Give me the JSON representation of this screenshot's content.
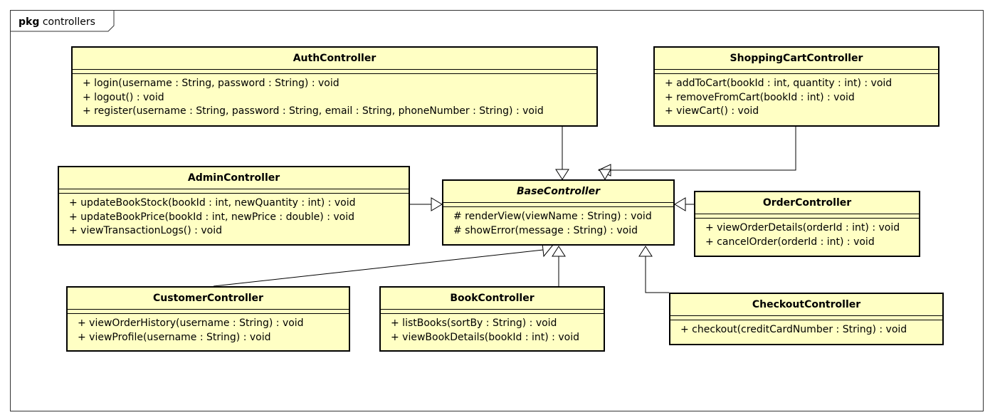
{
  "package": {
    "keyword": "pkg",
    "name": "controllers"
  },
  "colors": {
    "class_fill": "#ffffc4",
    "class_border": "#000000",
    "frame_border": "#333333"
  },
  "classes": {
    "auth": {
      "name": "AuthController",
      "operations": [
        "+ login(username : String, password : String) : void",
        "+ logout() : void",
        "+ register(username : String, password : String, email : String, phoneNumber : String) : void"
      ]
    },
    "shopping_cart": {
      "name": "ShoppingCartController",
      "operations": [
        "+ addToCart(bookId : int, quantity : int) : void",
        "+ removeFromCart(bookId : int) : void",
        "+ viewCart() : void"
      ]
    },
    "admin": {
      "name": "AdminController",
      "operations": [
        "+ updateBookStock(bookId : int, newQuantity : int) : void",
        "+ updateBookPrice(bookId : int, newPrice : double) : void",
        "+ viewTransactionLogs() : void"
      ]
    },
    "base": {
      "name": "BaseController",
      "operations": [
        "# renderView(viewName : String) : void",
        "# showError(message : String) : void"
      ]
    },
    "order": {
      "name": "OrderController",
      "operations": [
        "+ viewOrderDetails(orderId : int) : void",
        "+ cancelOrder(orderId : int) : void"
      ]
    },
    "customer": {
      "name": "CustomerController",
      "operations": [
        "+ viewOrderHistory(username : String) : void",
        "+ viewProfile(username : String) : void"
      ]
    },
    "book": {
      "name": "BookController",
      "operations": [
        "+ listBooks(sortBy : String) : void",
        "+ viewBookDetails(bookId : int) : void"
      ]
    },
    "checkout": {
      "name": "CheckoutController",
      "operations": [
        "+ checkout(creditCardNumber : String) : void"
      ]
    }
  }
}
